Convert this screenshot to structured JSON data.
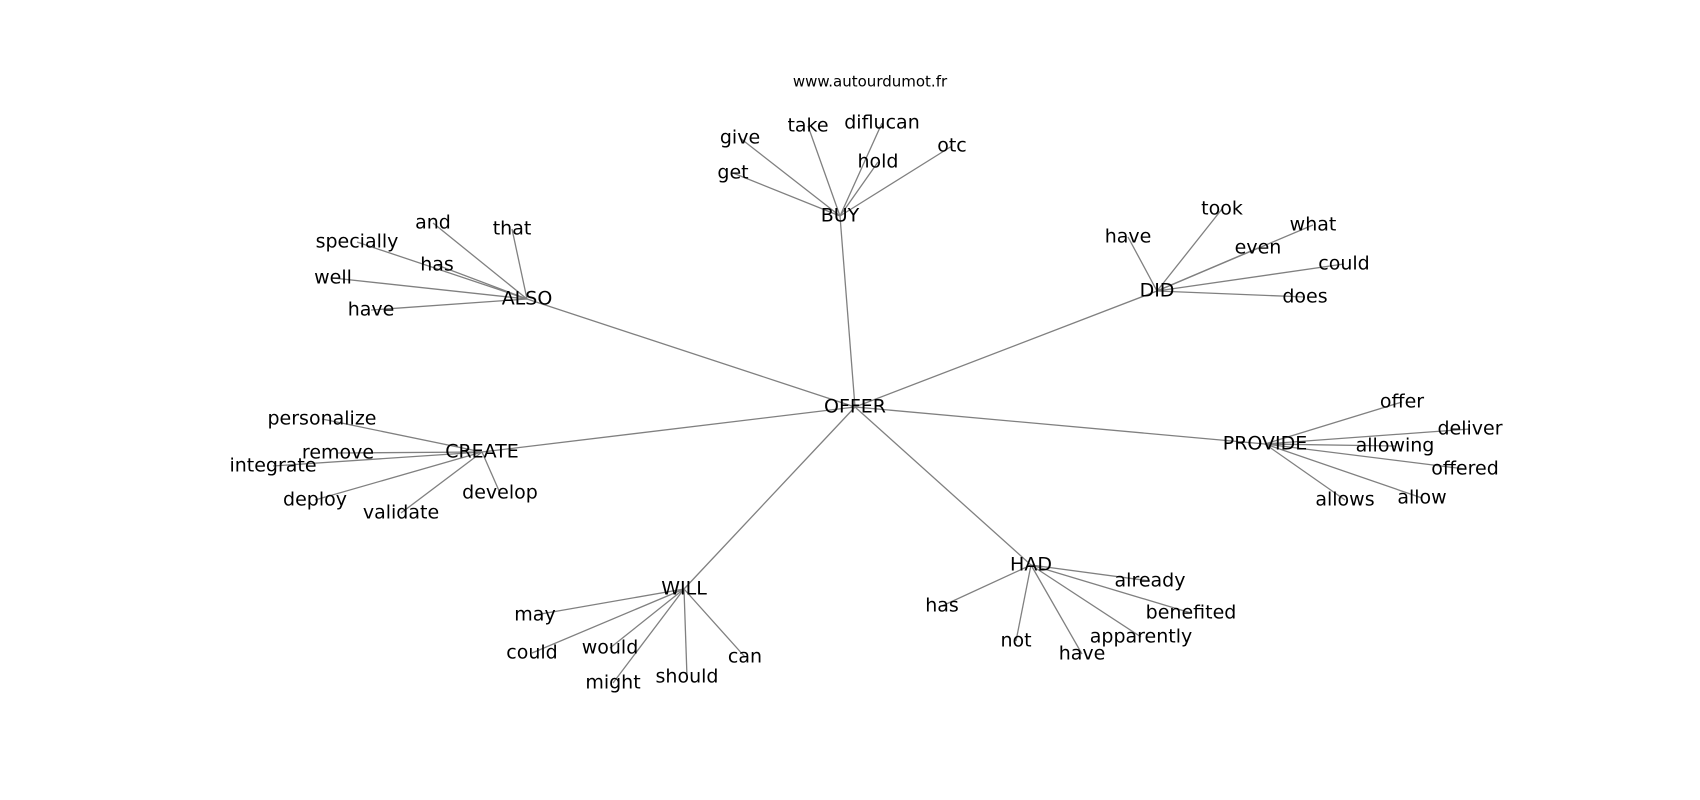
{
  "source_credit": "www.autourdumot.fr",
  "center": {
    "word": "OFFER"
  },
  "clusters": [
    {
      "hub": "BUY",
      "words": [
        "give",
        "take",
        "diflucan",
        "hold",
        "otc",
        "get"
      ]
    },
    {
      "hub": "DID",
      "words": [
        "took",
        "have",
        "what",
        "even",
        "could",
        "does"
      ]
    },
    {
      "hub": "ALSO",
      "words": [
        "and",
        "that",
        "specially",
        "has",
        "well",
        "have"
      ]
    },
    {
      "hub": "CREATE",
      "words": [
        "personalize",
        "remove",
        "integrate",
        "deploy",
        "validate",
        "develop"
      ]
    },
    {
      "hub": "PROVIDE",
      "words": [
        "offer",
        "deliver",
        "allowing",
        "offered",
        "allows",
        "allow"
      ]
    },
    {
      "hub": "WILL",
      "words": [
        "may",
        "could",
        "would",
        "might",
        "should",
        "can"
      ]
    },
    {
      "hub": "HAD",
      "words": [
        "already",
        "has",
        "benefited",
        "apparently",
        "not",
        "have"
      ]
    }
  ]
}
